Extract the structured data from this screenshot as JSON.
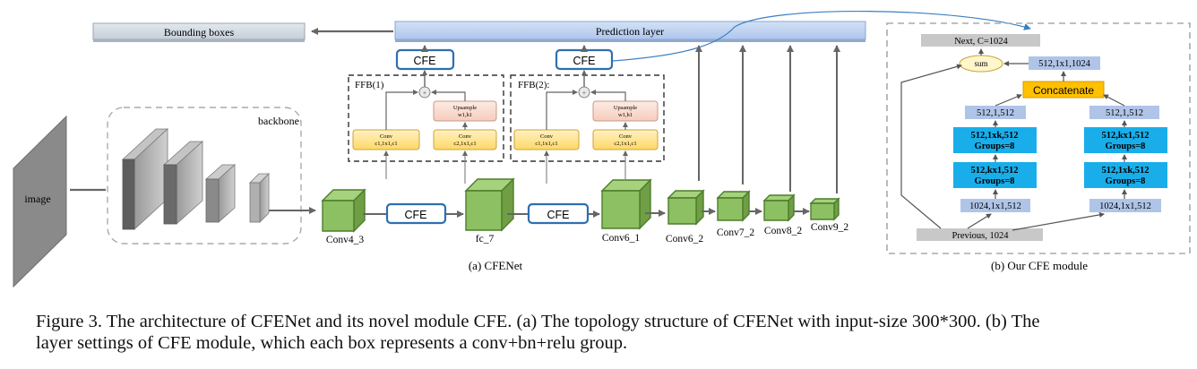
{
  "prediction_layer": "Prediction layer",
  "bounding_boxes": "Bounding boxes",
  "image_label": "image",
  "backbone_label": "backbone",
  "cfe_label": "CFE",
  "ffb1": {
    "title": "FFB(1)",
    "conv1_l1": "Conv",
    "conv1_l2": "c1,1x1,c1",
    "conv2_l1": "Conv",
    "conv2_l2": "c2,1x1,c1",
    "up_l1": "Upsample",
    "up_l2": "w1,h1"
  },
  "ffb2": {
    "title": "FFB(2):",
    "conv1_l1": "Conv",
    "conv1_l2": "c1,1x1,c1",
    "conv2_l1": "Conv",
    "conv2_l2": "c2,1x1,c1",
    "up_l1": "Upsample",
    "up_l2": "w1,h1"
  },
  "layers": {
    "conv4_3": "Conv4_3",
    "fc_7": "fc_7",
    "conv6_1": "Conv6_1",
    "conv6_2": "Conv6_2",
    "conv7_2": "Conv7_2",
    "conv8_2": "Conv8_2",
    "conv9_2": "Conv9_2"
  },
  "sub_a": "(a) CFENet",
  "sub_b": "(b) Our CFE module",
  "module": {
    "next": "Next, C=1024",
    "sum": "sum",
    "top_conv": "512,1x1,1024",
    "concat": "Concatenate",
    "left_1x1": "512,1,512",
    "right_1x1": "512,1,512",
    "left_g1_l1": "512,1xk,512",
    "left_g1_l2": "Groups=8",
    "left_g2_l1": "512,kx1,512",
    "left_g2_l2": "Groups=8",
    "right_g1_l1": "512,kx1,512",
    "right_g1_l2": "Groups=8",
    "right_g2_l1": "512,1xk,512",
    "right_g2_l2": "Groups=8",
    "left_in": "1024,1x1,512",
    "right_in": "1024,1x1,512",
    "previous": "Previous, 1024"
  },
  "caption_line1": "Figure 3. The architecture of CFENet and its novel module CFE. (a) The topology structure of CFENet with input-size 300*300. (b) The",
  "caption_line2": "layer settings of CFE module, which each box represents a conv+bn+relu group.",
  "colors": {
    "prediction_fill": "#c3d5f2",
    "bbox_fill": "#d3dbe3",
    "cube_front": "#8dc063",
    "cube_edge": "#4d7d2b",
    "cfe_border": "#2e6fb0",
    "conv_fill": "#ffe497",
    "upsample_fill": "#f9dcd0",
    "group_fill": "#19aeea",
    "small_box_fill": "#b0c4e8",
    "concat_fill": "#ffc000",
    "sum_fill": "#fff6cc",
    "gray_box": "#c8c8c8"
  }
}
